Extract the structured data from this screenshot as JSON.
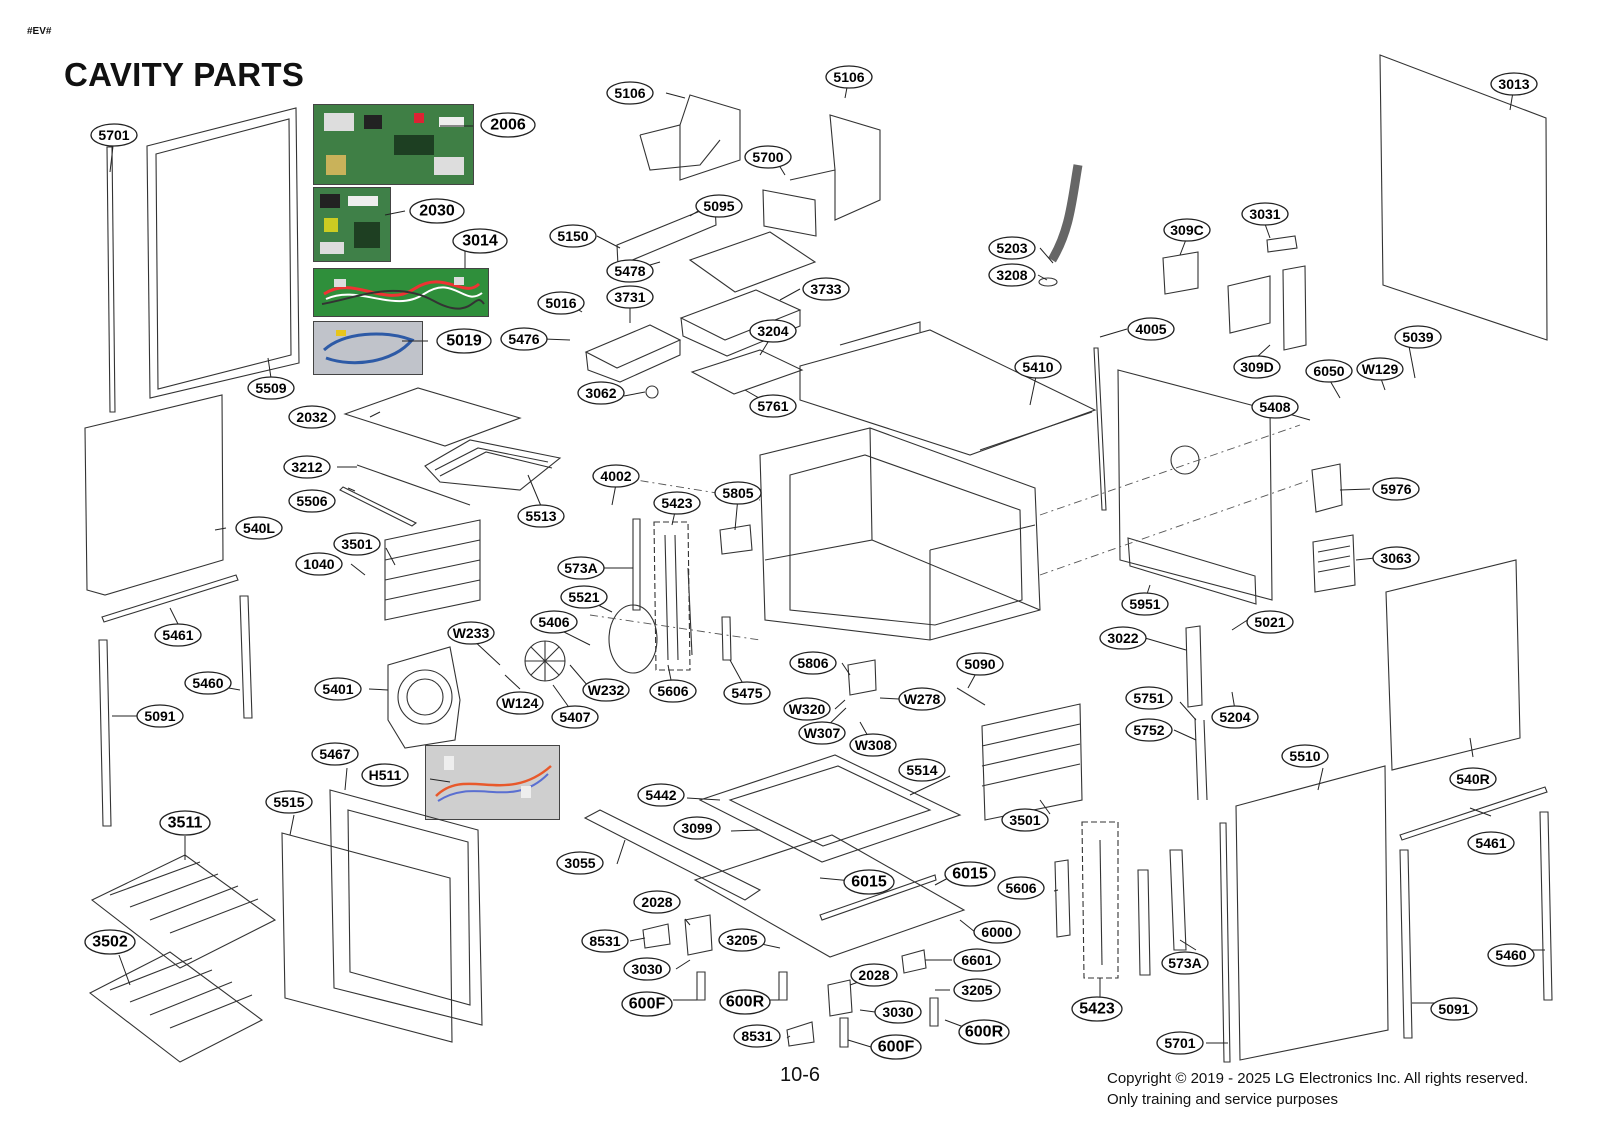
{
  "page": {
    "tag": "#EV#",
    "title": "CAVITY PARTS",
    "page_number": "10-6",
    "copyright_line1": "Copyright © 2019 - 2025 LG Electronics Inc. All rights reserved.",
    "copyright_line2": "Only training and service purposes"
  },
  "callouts": [
    {
      "id": "5701-top",
      "text": "5701"
    },
    {
      "id": "2006",
      "text": "2006"
    },
    {
      "id": "2030",
      "text": "2030"
    },
    {
      "id": "3014",
      "text": "3014"
    },
    {
      "id": "5019",
      "text": "5019"
    },
    {
      "id": "5509",
      "text": "5509"
    },
    {
      "id": "2032",
      "text": "2032"
    },
    {
      "id": "3212",
      "text": "3212"
    },
    {
      "id": "5506",
      "text": "5506"
    },
    {
      "id": "5513",
      "text": "5513"
    },
    {
      "id": "540L",
      "text": "540L"
    },
    {
      "id": "3501-left",
      "text": "3501"
    },
    {
      "id": "1040",
      "text": "1040"
    },
    {
      "id": "5461-left",
      "text": "5461"
    },
    {
      "id": "5460-left",
      "text": "5460"
    },
    {
      "id": "5091-left",
      "text": "5091"
    },
    {
      "id": "5401",
      "text": "5401"
    },
    {
      "id": "W233",
      "text": "W233"
    },
    {
      "id": "W124",
      "text": "W124"
    },
    {
      "id": "5407",
      "text": "5407"
    },
    {
      "id": "W232",
      "text": "W232"
    },
    {
      "id": "5406",
      "text": "5406"
    },
    {
      "id": "5521",
      "text": "5521"
    },
    {
      "id": "573A-left",
      "text": "573A"
    },
    {
      "id": "4002",
      "text": "4002"
    },
    {
      "id": "5423-top",
      "text": "5423"
    },
    {
      "id": "5805",
      "text": "5805"
    },
    {
      "id": "5606-left",
      "text": "5606"
    },
    {
      "id": "5475",
      "text": "5475"
    },
    {
      "id": "5106-a",
      "text": "5106"
    },
    {
      "id": "5106-b",
      "text": "5106"
    },
    {
      "id": "5700",
      "text": "5700"
    },
    {
      "id": "5095",
      "text": "5095"
    },
    {
      "id": "5150",
      "text": "5150"
    },
    {
      "id": "5478",
      "text": "5478"
    },
    {
      "id": "5016",
      "text": "5016"
    },
    {
      "id": "3731",
      "text": "3731"
    },
    {
      "id": "3733",
      "text": "3733"
    },
    {
      "id": "5476",
      "text": "5476"
    },
    {
      "id": "3204",
      "text": "3204"
    },
    {
      "id": "3062",
      "text": "3062"
    },
    {
      "id": "5761",
      "text": "5761"
    },
    {
      "id": "5203",
      "text": "5203"
    },
    {
      "id": "3208",
      "text": "3208"
    },
    {
      "id": "309C",
      "text": "309C"
    },
    {
      "id": "3031",
      "text": "3031"
    },
    {
      "id": "3013",
      "text": "3013"
    },
    {
      "id": "4005",
      "text": "4005"
    },
    {
      "id": "5410",
      "text": "5410"
    },
    {
      "id": "309D",
      "text": "309D"
    },
    {
      "id": "6050",
      "text": "6050"
    },
    {
      "id": "W129",
      "text": "W129"
    },
    {
      "id": "5039",
      "text": "5039"
    },
    {
      "id": "5408",
      "text": "5408"
    },
    {
      "id": "5976",
      "text": "5976"
    },
    {
      "id": "3063",
      "text": "3063"
    },
    {
      "id": "5951",
      "text": "5951"
    },
    {
      "id": "5021",
      "text": "5021"
    },
    {
      "id": "3022",
      "text": "3022"
    },
    {
      "id": "5204",
      "text": "5204"
    },
    {
      "id": "5751",
      "text": "5751"
    },
    {
      "id": "5752",
      "text": "5752"
    },
    {
      "id": "5806",
      "text": "5806"
    },
    {
      "id": "5090",
      "text": "5090"
    },
    {
      "id": "W320",
      "text": "W320"
    },
    {
      "id": "W278",
      "text": "W278"
    },
    {
      "id": "W307",
      "text": "W307"
    },
    {
      "id": "W308",
      "text": "W308"
    },
    {
      "id": "540R",
      "text": "540R"
    },
    {
      "id": "5461-right",
      "text": "5461"
    },
    {
      "id": "5460-right",
      "text": "5460"
    },
    {
      "id": "5091-right",
      "text": "5091"
    },
    {
      "id": "5510",
      "text": "5510"
    },
    {
      "id": "5701-bottom",
      "text": "5701"
    },
    {
      "id": "573A-right",
      "text": "573A"
    },
    {
      "id": "5606-right",
      "text": "5606"
    },
    {
      "id": "5423-bottom",
      "text": "5423"
    },
    {
      "id": "3501-right",
      "text": "3501"
    },
    {
      "id": "5467",
      "text": "5467"
    },
    {
      "id": "H511",
      "text": "H511"
    },
    {
      "id": "5515",
      "text": "5515"
    },
    {
      "id": "3511",
      "text": "3511"
    },
    {
      "id": "3502",
      "text": "3502"
    },
    {
      "id": "5514",
      "text": "5514"
    },
    {
      "id": "5442",
      "text": "5442"
    },
    {
      "id": "3099",
      "text": "3099"
    },
    {
      "id": "3055",
      "text": "3055"
    },
    {
      "id": "6015-a",
      "text": "6015"
    },
    {
      "id": "6015-b",
      "text": "6015"
    },
    {
      "id": "6000",
      "text": "6000"
    },
    {
      "id": "6601",
      "text": "6601"
    },
    {
      "id": "2028-a",
      "text": "2028"
    },
    {
      "id": "2028-b",
      "text": "2028"
    },
    {
      "id": "8531-a",
      "text": "8531"
    },
    {
      "id": "8531-b",
      "text": "8531"
    },
    {
      "id": "3205-a",
      "text": "3205"
    },
    {
      "id": "3205-b",
      "text": "3205"
    },
    {
      "id": "3030-a",
      "text": "3030"
    },
    {
      "id": "3030-b",
      "text": "3030"
    },
    {
      "id": "600F-a",
      "text": "600F"
    },
    {
      "id": "600F-b",
      "text": "600F"
    },
    {
      "id": "600R-a",
      "text": "600R"
    },
    {
      "id": "600R-b",
      "text": "600R"
    }
  ]
}
